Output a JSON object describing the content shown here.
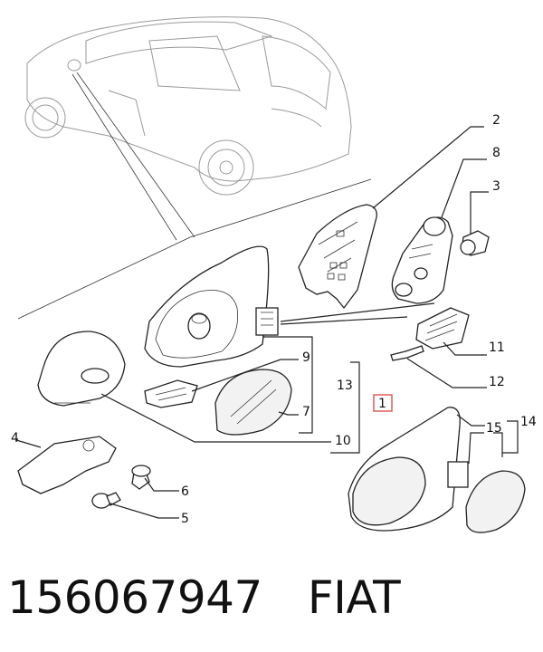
{
  "footer": {
    "part_number": "156067947",
    "brand": "FIAT"
  },
  "callouts": {
    "c1": "1",
    "c2": "2",
    "c3": "3",
    "c4": "4",
    "c5": "5",
    "c6": "6",
    "c7": "7",
    "c8": "8",
    "c9": "9",
    "c10": "10",
    "c11": "11",
    "c12": "12",
    "c13": "13",
    "c14": "14",
    "c15": "15"
  },
  "colors": {
    "highlight_box": "#d9534f",
    "ink": "#222222"
  }
}
